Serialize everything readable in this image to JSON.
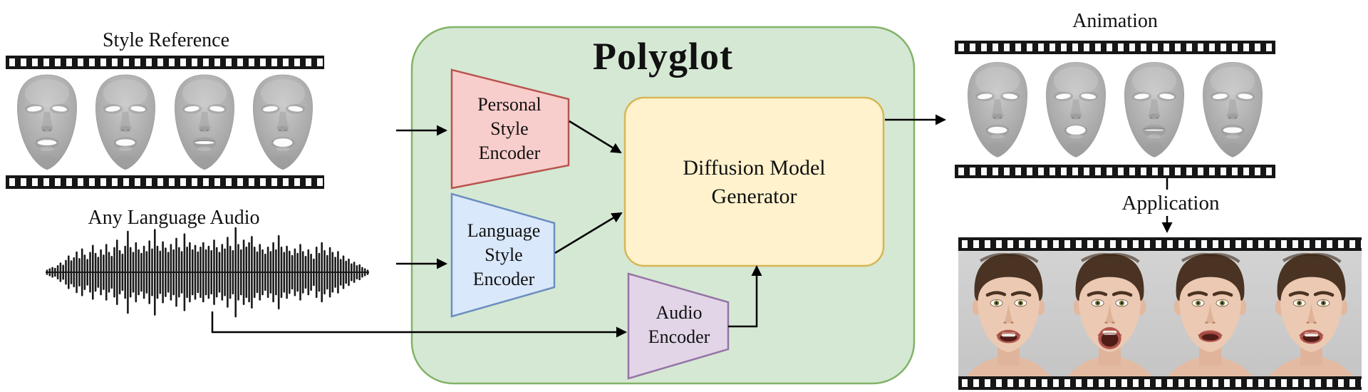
{
  "figure": {
    "title": "Polyglot"
  },
  "labels": {
    "style_reference": "Style Reference",
    "audio_input": "Any Language Audio",
    "animation": "Animation",
    "application": "Application"
  },
  "blocks": {
    "container": {
      "fill": "#D5E8D4",
      "stroke": "#82B366"
    },
    "personal_encoder": {
      "lines": [
        "Personal",
        "Style",
        "Encoder"
      ],
      "fill": "#F8CECC",
      "stroke": "#B85450"
    },
    "language_encoder": {
      "lines": [
        "Language",
        "Style",
        "Encoder"
      ],
      "fill": "#DAE8FC",
      "stroke": "#6C8EBF"
    },
    "audio_encoder": {
      "lines": [
        "Audio",
        "Encoder"
      ],
      "fill": "#E1D5E7",
      "stroke": "#9673A6"
    },
    "generator": {
      "lines": [
        "Diffusion Model",
        "Generator"
      ],
      "fill": "#FFF2CC",
      "stroke": "#D6B656"
    }
  },
  "frames": {
    "style_mouths": [
      0.55,
      0.7,
      0.25,
      0.9
    ],
    "animation_mouths": [
      0.7,
      1.0,
      0.05,
      0.6
    ],
    "application_open": [
      0.45,
      1.0,
      0.35,
      0.5
    ],
    "application_teeth": [
      1,
      1,
      0,
      1
    ]
  },
  "waveform": [
    0.04,
    0.07,
    0.1,
    0.08,
    0.14,
    0.2,
    0.15,
    0.26,
    0.36,
    0.25,
    0.32,
    0.45,
    0.3,
    0.52,
    0.38,
    0.28,
    0.44,
    0.6,
    0.42,
    0.33,
    0.5,
    0.38,
    0.62,
    0.44,
    0.35,
    0.55,
    0.72,
    0.48,
    0.4,
    0.58,
    0.92,
    0.55,
    0.44,
    0.66,
    0.5,
    0.42,
    0.58,
    0.46,
    0.7,
    0.52,
    0.96,
    0.58,
    0.47,
    0.68,
    0.54,
    0.44,
    0.62,
    0.5,
    0.76,
    0.55,
    0.46,
    0.86,
    0.56,
    0.66,
    0.5,
    0.6,
    0.45,
    0.56,
    0.66,
    0.5,
    0.58,
    0.48,
    0.72,
    0.55,
    0.44,
    0.62,
    0.52,
    0.78,
    0.58,
    0.48,
    1.0,
    0.62,
    0.5,
    0.72,
    0.56,
    0.66,
    0.8,
    0.56,
    0.45,
    0.62,
    0.5,
    0.4,
    0.56,
    0.46,
    0.66,
    0.5,
    0.82,
    0.56,
    0.44,
    0.58,
    0.47,
    0.37,
    0.52,
    0.42,
    0.62,
    0.46,
    0.35,
    0.5,
    0.4,
    0.29,
    0.56,
    0.42,
    0.66,
    0.48,
    0.37,
    0.55,
    0.44,
    0.33,
    0.46,
    0.28,
    0.36,
    0.24,
    0.29,
    0.18,
    0.22,
    0.14,
    0.16,
    0.1,
    0.07,
    0.04
  ]
}
